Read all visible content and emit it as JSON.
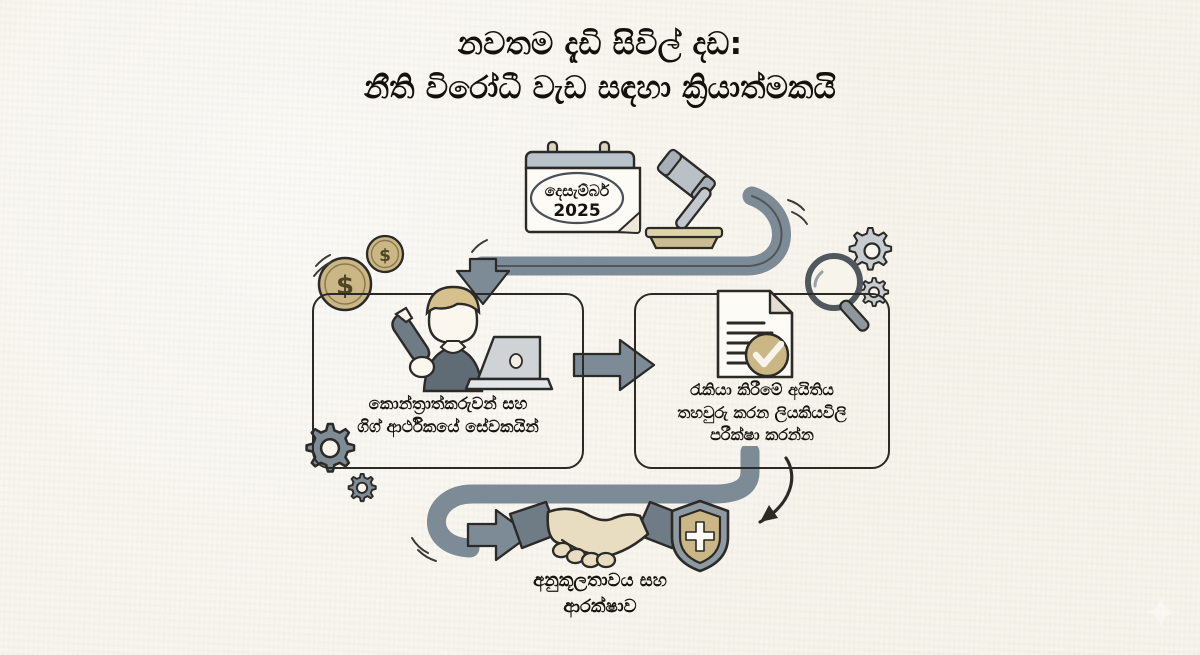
{
  "meta": {
    "background_color": "#f7f4ec",
    "ink_color": "#2b2a27",
    "accent_gold": "#c9b07a",
    "accent_steel": "#7d8b96",
    "text_color": "#16130f",
    "style": "hand-drawn flowchart infographic"
  },
  "title": {
    "line1": "නවතම දැඩි සිවිල් දඩ:",
    "line2": "නීති විරෝධී වැඩ සඳහා ක්‍රියාත්මකයි"
  },
  "calendar": {
    "month_label": "දෙසැම්බර්",
    "year_label": "2025",
    "icon": "wall-calendar-icon",
    "companion_icon": "gavel-icon"
  },
  "flow": {
    "steps": [
      {
        "id": "contractors",
        "label_line1": "කොන්ත්‍රාත්කරුවන් සහ",
        "label_line2": "ගිග් ආර්ථිකයේ සේවකයින්",
        "icon": "worker-with-laptop-icon"
      },
      {
        "id": "documents",
        "label_line1": "රැකියා කිරීමේ අයිතිය",
        "label_line2": "තහවුරු කරන ලියකියවිලි",
        "label_line3": "පරීක්ෂා කරන්න",
        "icon": "document-verified-icon"
      }
    ],
    "outcome": {
      "id": "compliance",
      "label_line1": "අනුකූලතාවය සහ",
      "label_line2": "ආරක්ෂාව",
      "icon": "handshake-icon",
      "companion_icon": "shield-plus-icon"
    }
  },
  "decorations": [
    {
      "name": "coin-large-dollar-icon",
      "symbol": "$"
    },
    {
      "name": "coin-small-dollar-icon",
      "symbol": "$"
    },
    {
      "name": "magnifier-icon"
    },
    {
      "name": "gear-large-top-right-icon"
    },
    {
      "name": "gear-small-top-right-icon"
    },
    {
      "name": "gear-large-bottom-left-icon"
    },
    {
      "name": "gear-small-bottom-left-icon"
    },
    {
      "name": "arrow-curved-top-icon"
    },
    {
      "name": "arrow-straight-middle-icon"
    },
    {
      "name": "arrow-curved-bottom-icon"
    },
    {
      "name": "arrow-small-curved-right-icon"
    },
    {
      "name": "sparkle-watermark-icon"
    }
  ]
}
